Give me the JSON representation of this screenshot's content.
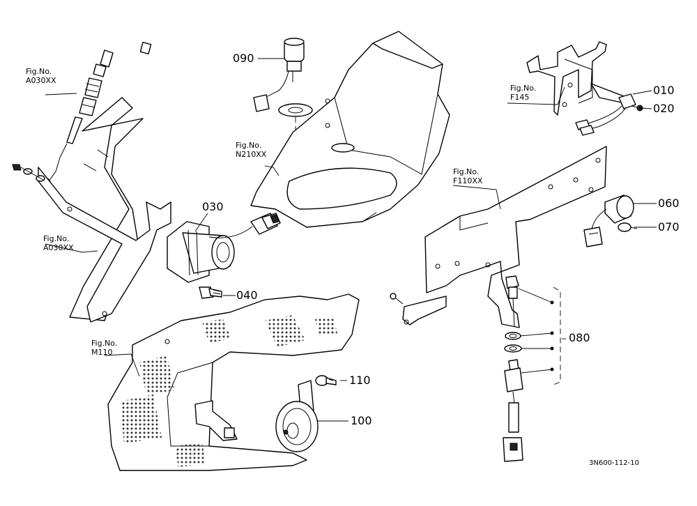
{
  "callouts": [
    {
      "id": "c010",
      "text": "010"
    },
    {
      "id": "c020",
      "text": "020"
    },
    {
      "id": "c030",
      "text": "030"
    },
    {
      "id": "c040",
      "text": "040"
    },
    {
      "id": "c060",
      "text": "060"
    },
    {
      "id": "c070",
      "text": "070"
    },
    {
      "id": "c080",
      "text": "080"
    },
    {
      "id": "c090",
      "text": "090"
    },
    {
      "id": "c100",
      "text": "100"
    },
    {
      "id": "c110",
      "text": "110"
    }
  ],
  "figure_refs": [
    {
      "id": "a030-top",
      "label": "Fig.No.",
      "number": "A030XX"
    },
    {
      "id": "a030-mid",
      "label": "Fig.No.",
      "number": "A030XX"
    },
    {
      "id": "n210",
      "label": "Fig.No.",
      "number": "N210XX"
    },
    {
      "id": "f145",
      "label": "Fig.No.",
      "number": "F145"
    },
    {
      "id": "f110",
      "label": "Fig.No.",
      "number": "F110XX"
    },
    {
      "id": "m110",
      "label": "Fig.No.",
      "number": "M110"
    }
  ],
  "diagram_code": "3N600-112-10"
}
